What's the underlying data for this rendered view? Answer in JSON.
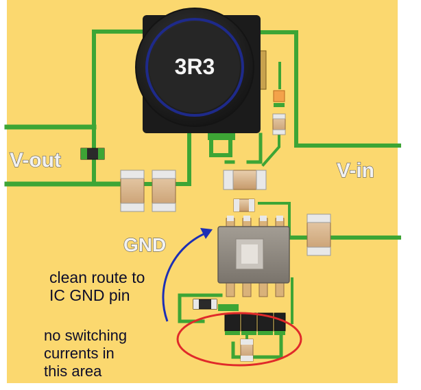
{
  "inductor": {
    "marking": "3R3"
  },
  "labels": {
    "v_out": "V-out",
    "v_in": "V-in",
    "gnd": "GND"
  },
  "annotations": {
    "clean_route_line1": "clean route to",
    "clean_route_line2": "IC GND pin",
    "no_switching_line1": "no switching",
    "no_switching_line2": "currents in",
    "no_switching_line3": "this area"
  },
  "colors": {
    "board": "#fbd86f",
    "trace": "#3da535",
    "trace_dark": "#2f8a2a",
    "inductor_body": "#1b1b1b",
    "inductor_ring": "#1e2a8a",
    "ic_body": "#8d877e",
    "cap_body": "#d8b58c",
    "pad": "#e8e8e8",
    "arrow": "#1d2fb5",
    "highlight_ellipse": "#e02a2a"
  },
  "icons": {
    "arrow": "curved-arrow-icon",
    "ellipse": "highlight-ellipse-icon"
  }
}
